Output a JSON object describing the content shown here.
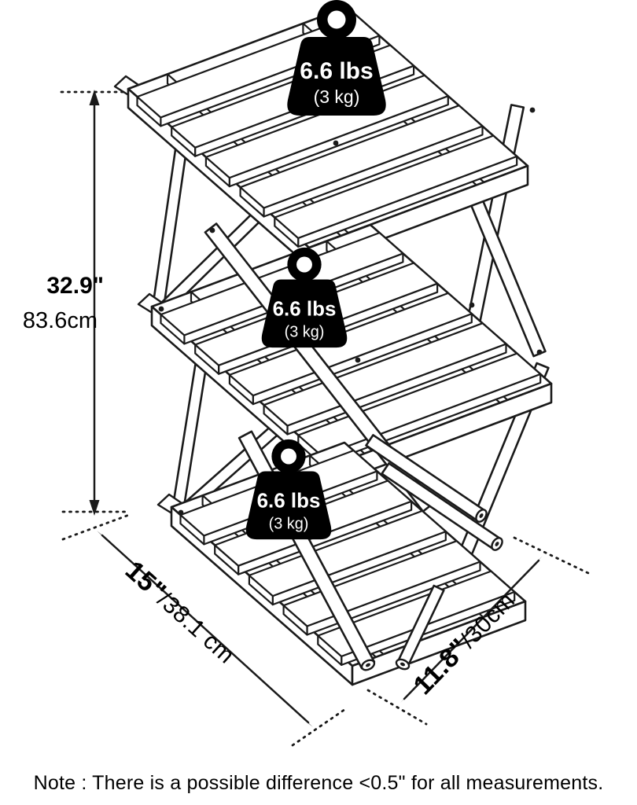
{
  "weight_badge": {
    "pounds": "6.6 lbs",
    "kilograms": "(3 kg)"
  },
  "dimensions": {
    "height": {
      "inches": "32.9\"",
      "centimeters": "83.6cm"
    },
    "width": {
      "inches": "15\"",
      "centimeters": "/38.1 cm"
    },
    "depth": {
      "inches": "11.8\"",
      "centimeters": "/30cm"
    }
  },
  "note": "Note : There is a possible difference <0.5\" for all measurements.",
  "colors": {
    "line": "#1a1a1a",
    "text": "#000000",
    "badge_fill": "#000000",
    "badge_text": "#ffffff",
    "background": "#ffffff"
  }
}
